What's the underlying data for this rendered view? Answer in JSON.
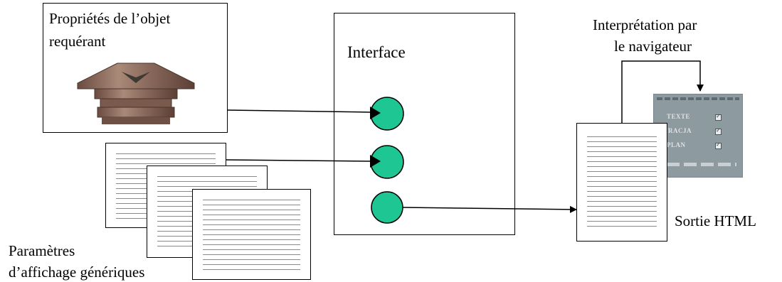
{
  "object_box": {
    "title_line1": "Propriétés de l’objet",
    "title_line2": "requérant"
  },
  "interface_box": {
    "title": "Interface"
  },
  "params_label": {
    "line1": "Paramètres",
    "line2": "d’affichage génériques"
  },
  "browser_label": {
    "line1": "Interprétation par",
    "line2": "le navigateur"
  },
  "output_label": "Sortie HTML",
  "screen": {
    "rows": [
      "TEXTE",
      "STRACJA",
      "PLAN"
    ]
  },
  "colors": {
    "port_fill": "#1ec694",
    "screen_bg": "#8d9aa0"
  }
}
